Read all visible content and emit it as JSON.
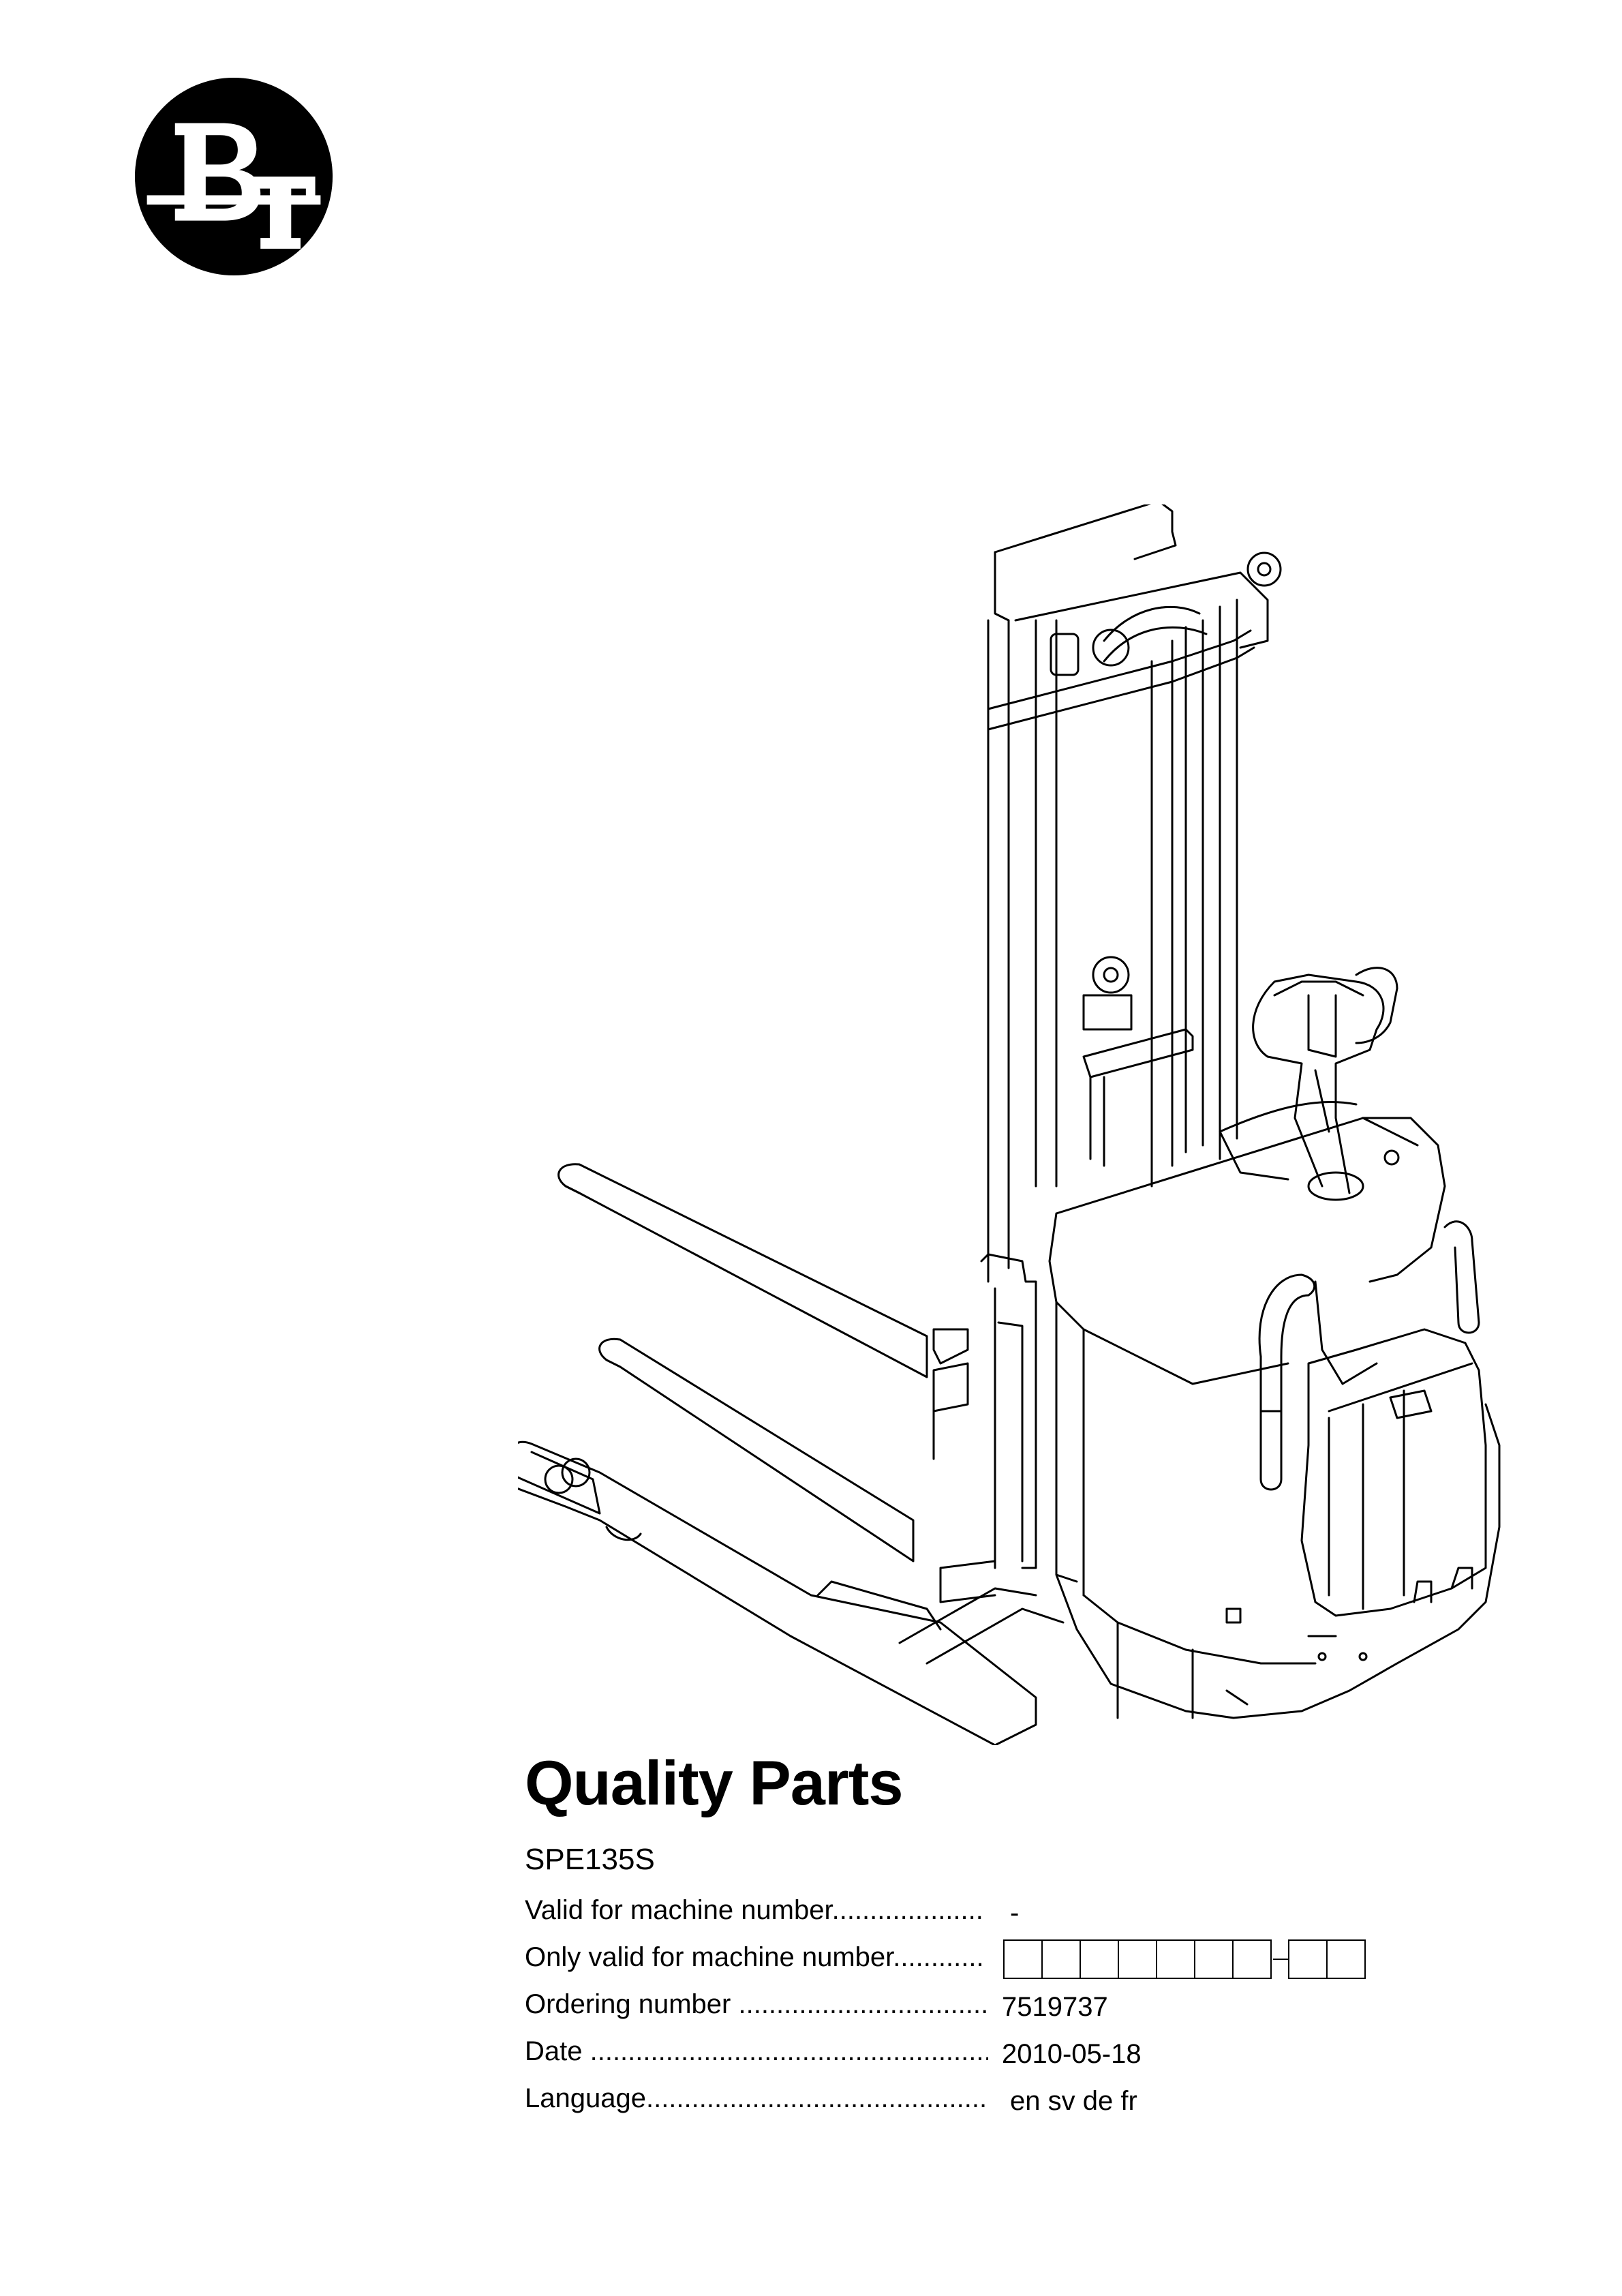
{
  "logo": {
    "text": "BT"
  },
  "illustration": {
    "subject": "forklift-stacker-drawing"
  },
  "title": "Quality Parts",
  "model": "SPE135S",
  "info_rows": [
    {
      "label": "Valid for machine number....................",
      "value": "-"
    },
    {
      "label": "Only valid for machine number............",
      "value": ""
    },
    {
      "label": "Ordering number .................................",
      "value": "7519737"
    },
    {
      "label": "Date .....................................................",
      "value": "2010-05-18"
    },
    {
      "label": "Language.............................................",
      "value": "en sv de fr"
    }
  ]
}
